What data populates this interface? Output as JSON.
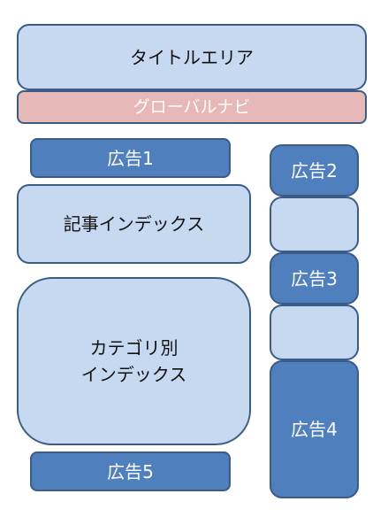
{
  "layout": {
    "title_area": "タイトルエリア",
    "global_nav": "グローバルナビ",
    "ad1": "広告1",
    "article_index": "記事インデックス",
    "category_index": "カテゴリ別\nインデックス",
    "ad5": "広告5",
    "ad2": "広告2",
    "sidebar_block_1": "",
    "ad3": "広告3",
    "sidebar_block_2": "",
    "ad4": "広告4"
  },
  "colors": {
    "light_block": "#c6d9f1",
    "dark_block": "#4f7fbd",
    "nav_block": "#e6b8b7",
    "border": "#3a5c87"
  }
}
